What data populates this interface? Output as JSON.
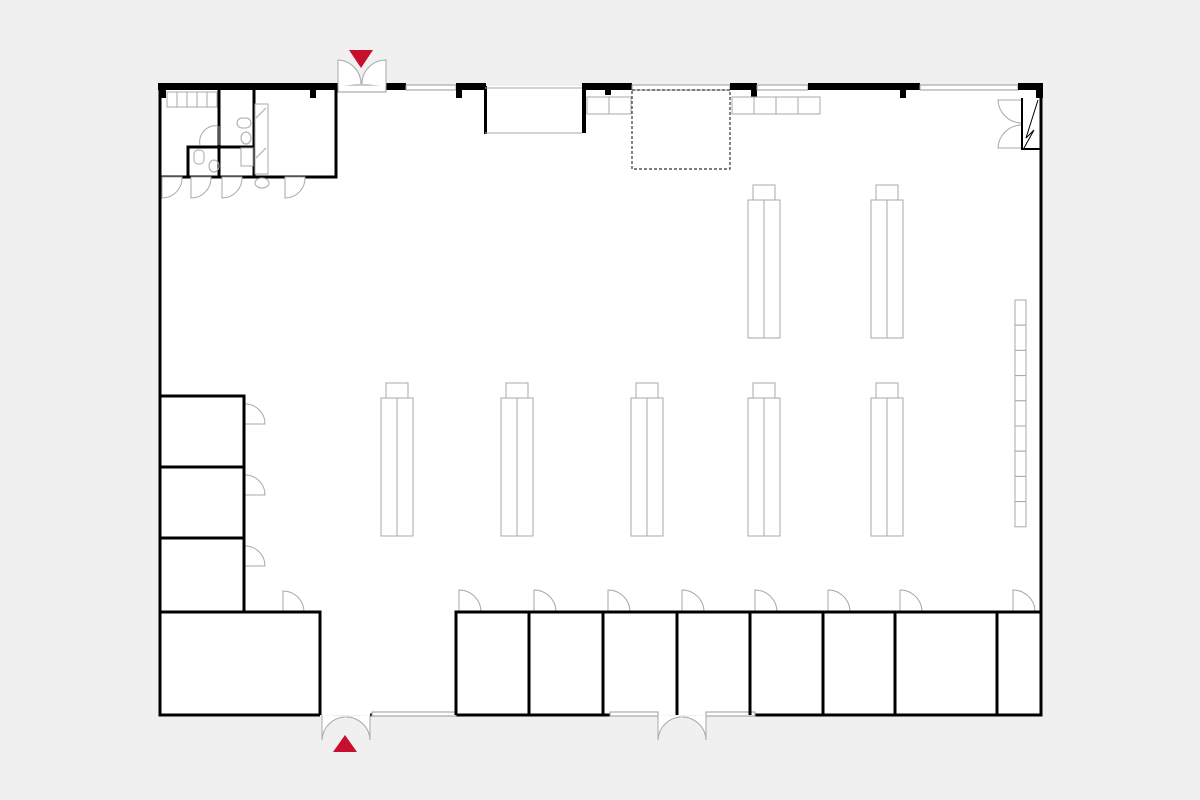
{
  "colors": {
    "background": "#f0f0f0",
    "floor": "#ffffff",
    "wall": "#000000",
    "entrance_marker": "#c8102e",
    "fixture": "#a8a8a8"
  },
  "entrances": [
    {
      "name": "top-entrance",
      "direction": "in"
    },
    {
      "name": "bottom-entrance",
      "direction": "in"
    }
  ],
  "shelf_rows": [
    {
      "count": 2
    },
    {
      "count": 5
    }
  ],
  "left_rooms": 3,
  "bottom_rooms": 8
}
